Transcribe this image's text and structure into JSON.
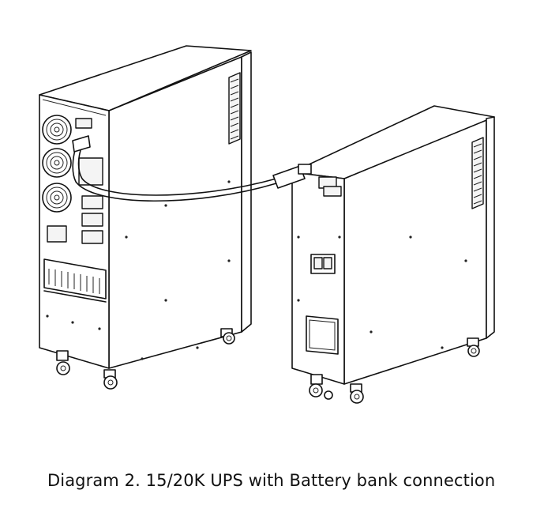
{
  "figure": {
    "caption": "Diagram 2. 15/20K UPS with Battery bank connection",
    "components": [
      "ups-cabinet-15-20k",
      "battery-bank-cabinet",
      "battery-connection-cable"
    ]
  }
}
